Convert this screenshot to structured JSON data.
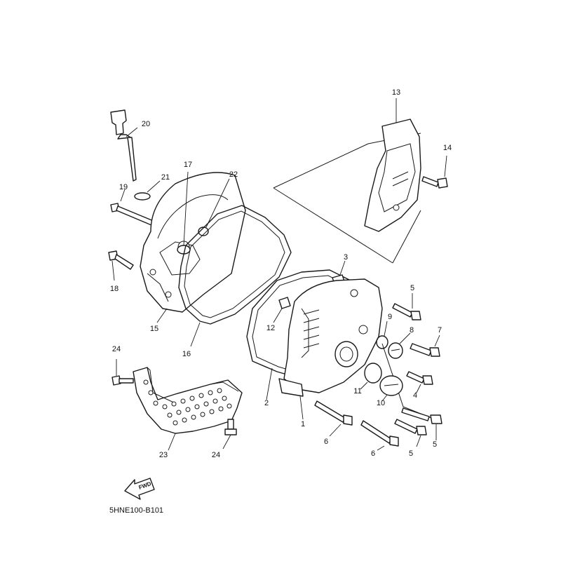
{
  "diagram_code": "5HNE100-B101",
  "fwd_label": "FWD",
  "callouts": {
    "c1": "1",
    "c2": "2",
    "c3": "3",
    "c4": "4",
    "c5a": "5",
    "c5b": "5",
    "c5c": "5",
    "c6a": "6",
    "c6b": "6",
    "c7": "7",
    "c8": "8",
    "c9": "9",
    "c10": "10",
    "c11": "11",
    "c12": "12",
    "c13": "13",
    "c14": "14",
    "c15": "15",
    "c16": "16",
    "c17": "17",
    "c18": "18",
    "c19": "19",
    "c20": "20",
    "c21": "21",
    "c22": "22",
    "c23": "23",
    "c24a": "24",
    "c24b": "24"
  }
}
